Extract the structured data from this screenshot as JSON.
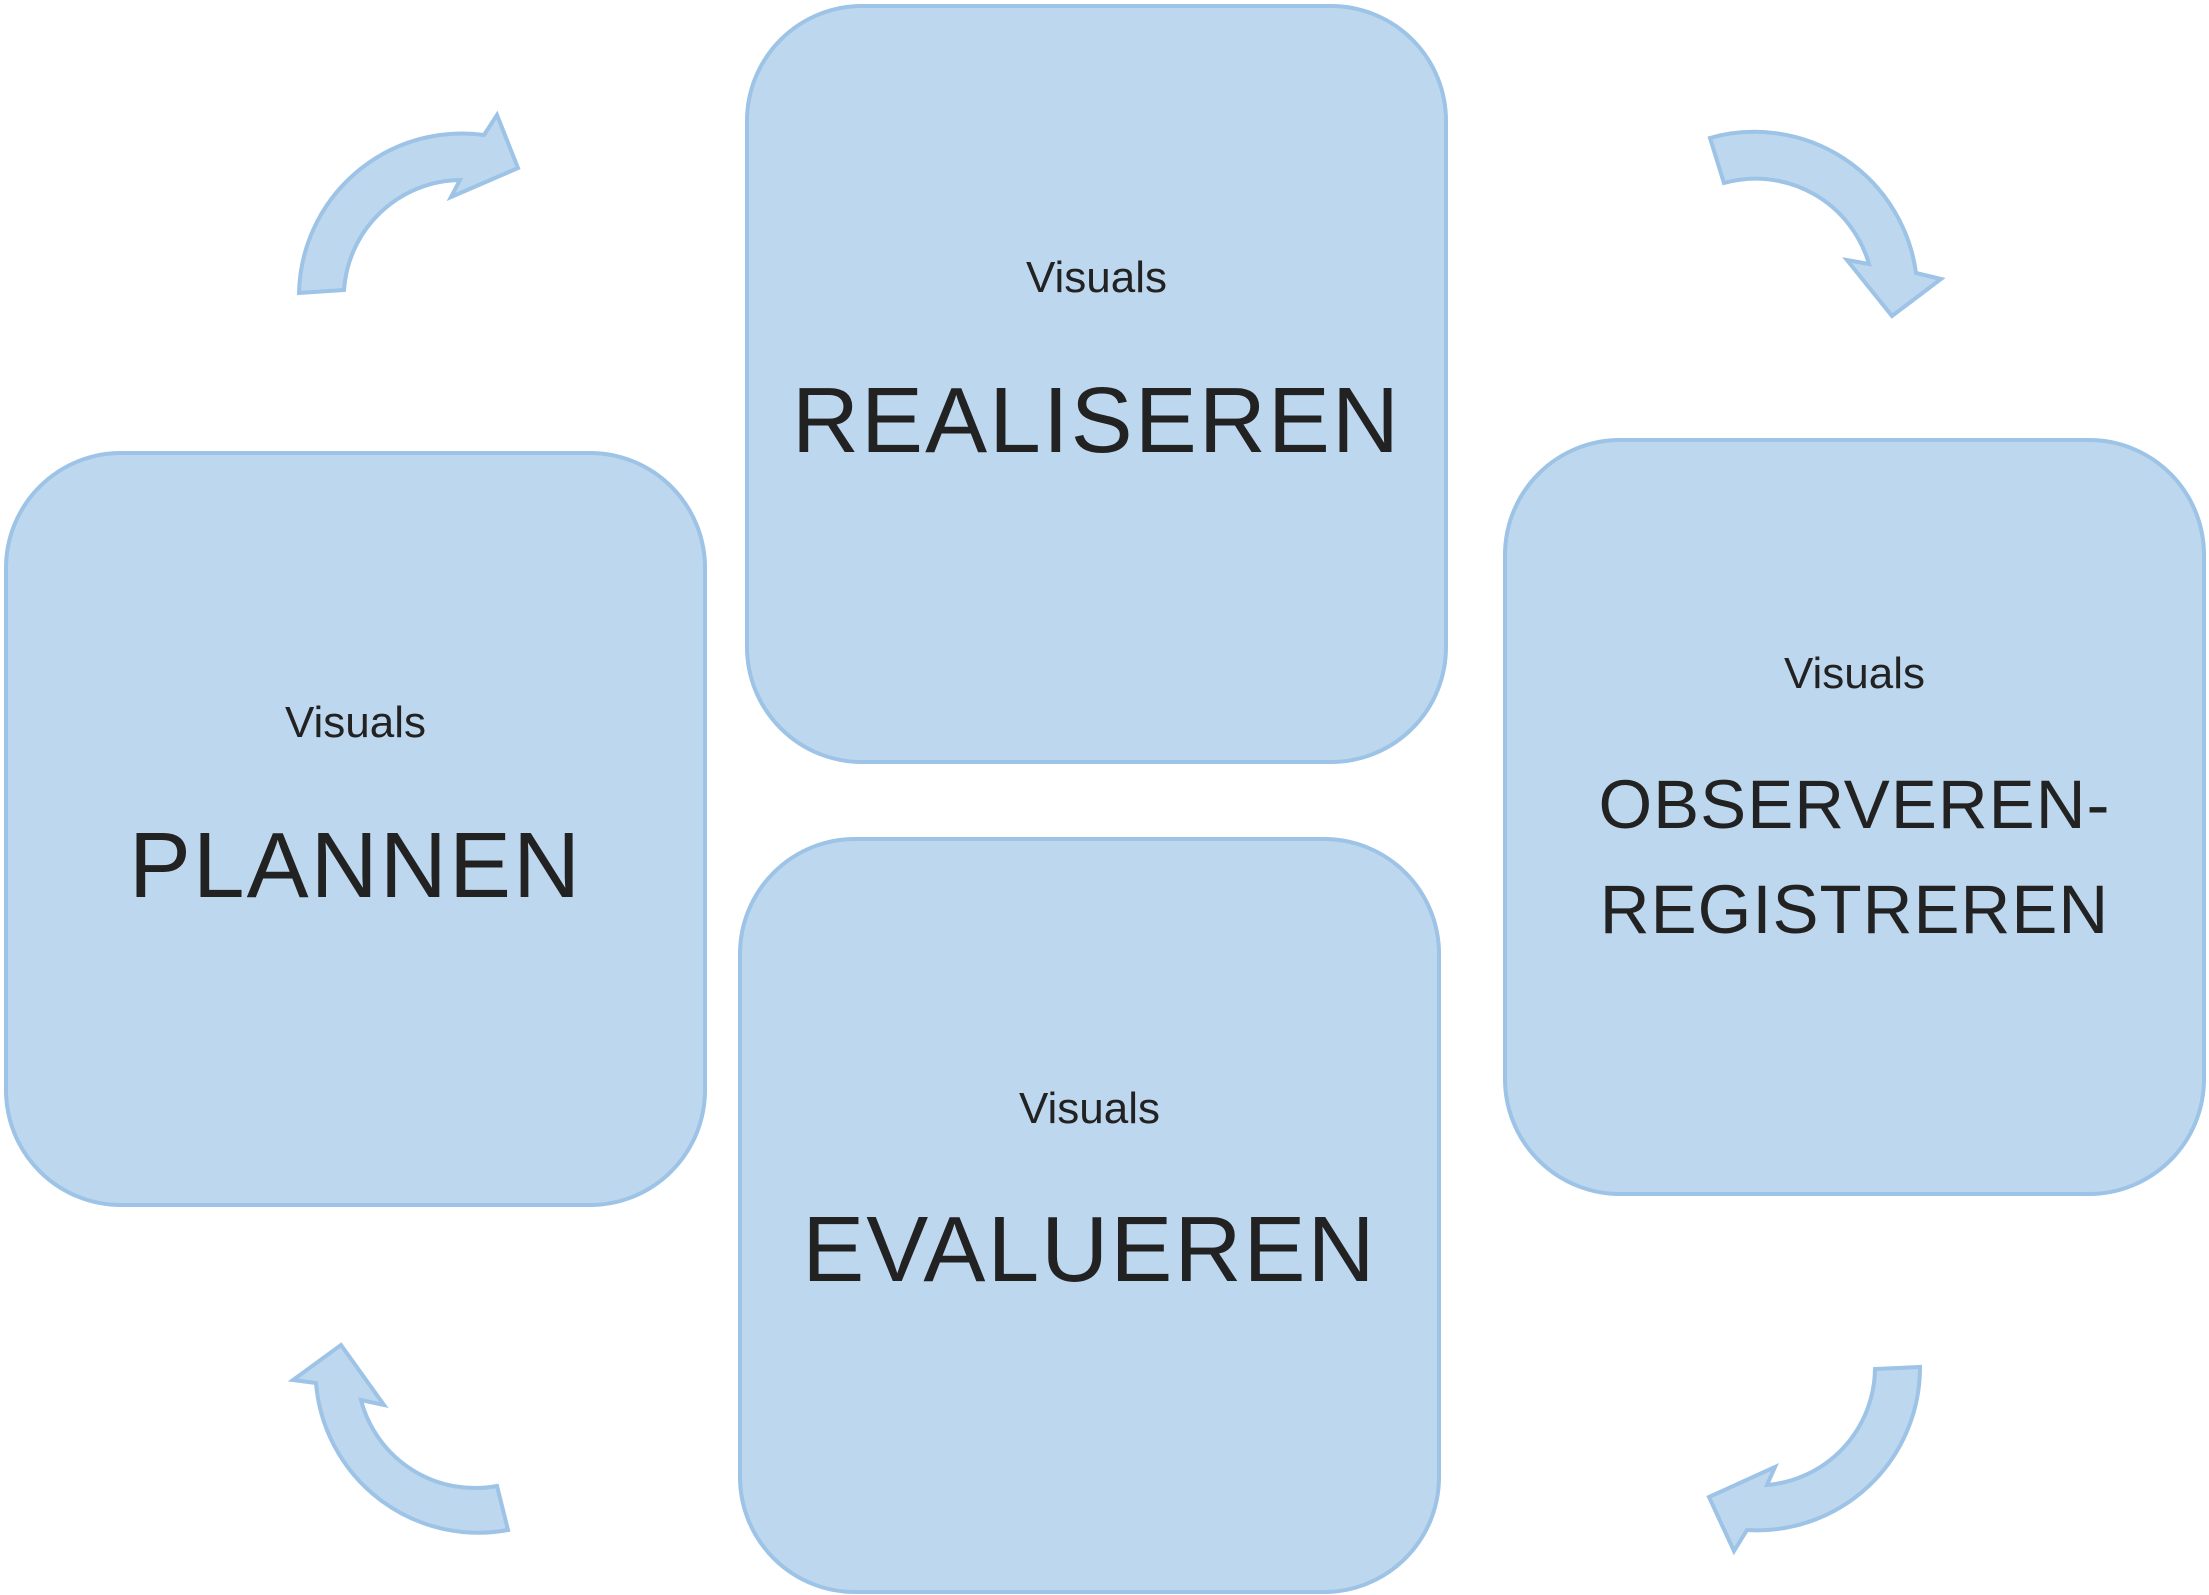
{
  "colors": {
    "box_fill": "#bdd7ee",
    "box_border": "#9dc3e6",
    "text": "#222222"
  },
  "boxes": {
    "realiseren": {
      "subtitle": "Visuals",
      "title": "REALISEREN"
    },
    "plannen": {
      "subtitle": "Visuals",
      "title": "PLANNEN"
    },
    "observeren": {
      "subtitle": "Visuals",
      "title_line1": "OBSERVEREN-",
      "title_line2": "REGISTREREN"
    },
    "evalueren": {
      "subtitle": "Visuals",
      "title": "EVALUEREN"
    }
  },
  "arrows": [
    {
      "name": "curved-arrow-icon",
      "from": "PLANNEN",
      "to": "REALISEREN"
    },
    {
      "name": "curved-arrow-icon",
      "from": "REALISEREN",
      "to": "OBSERVEREN-REGISTREREN"
    },
    {
      "name": "curved-arrow-icon",
      "from": "OBSERVEREN-REGISTREREN",
      "to": "EVALUEREN"
    },
    {
      "name": "curved-arrow-icon",
      "from": "EVALUEREN",
      "to": "PLANNEN"
    }
  ]
}
